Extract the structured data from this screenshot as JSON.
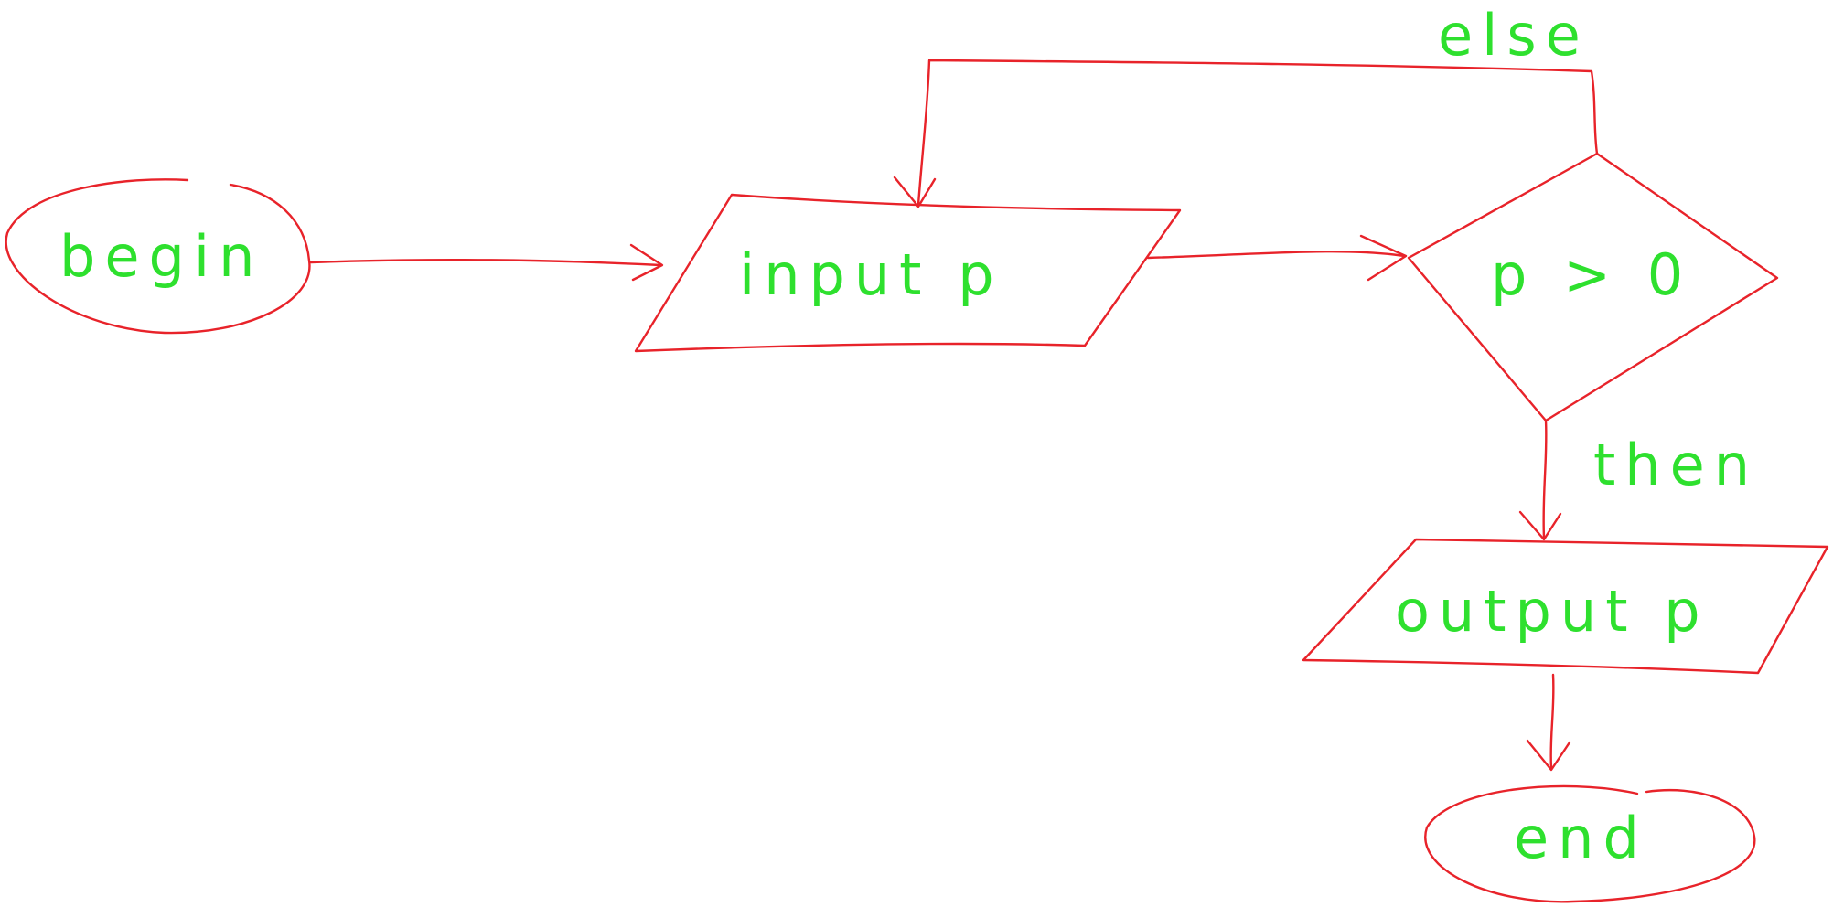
{
  "colors": {
    "shape_stroke": "#e8232a",
    "text": "#2ee02e"
  },
  "nodes": {
    "begin": {
      "shape": "ellipse",
      "label": "begin"
    },
    "input": {
      "shape": "parallelogram",
      "label": "input p"
    },
    "decision": {
      "shape": "diamond",
      "label": "p > 0"
    },
    "output": {
      "shape": "parallelogram",
      "label": "output p"
    },
    "end": {
      "shape": "ellipse",
      "label": "end"
    }
  },
  "edges": {
    "begin_to_input": {
      "label": ""
    },
    "input_to_decision": {
      "label": ""
    },
    "decision_else": {
      "label": "else"
    },
    "decision_then": {
      "label": "then"
    },
    "output_to_end": {
      "label": ""
    }
  }
}
